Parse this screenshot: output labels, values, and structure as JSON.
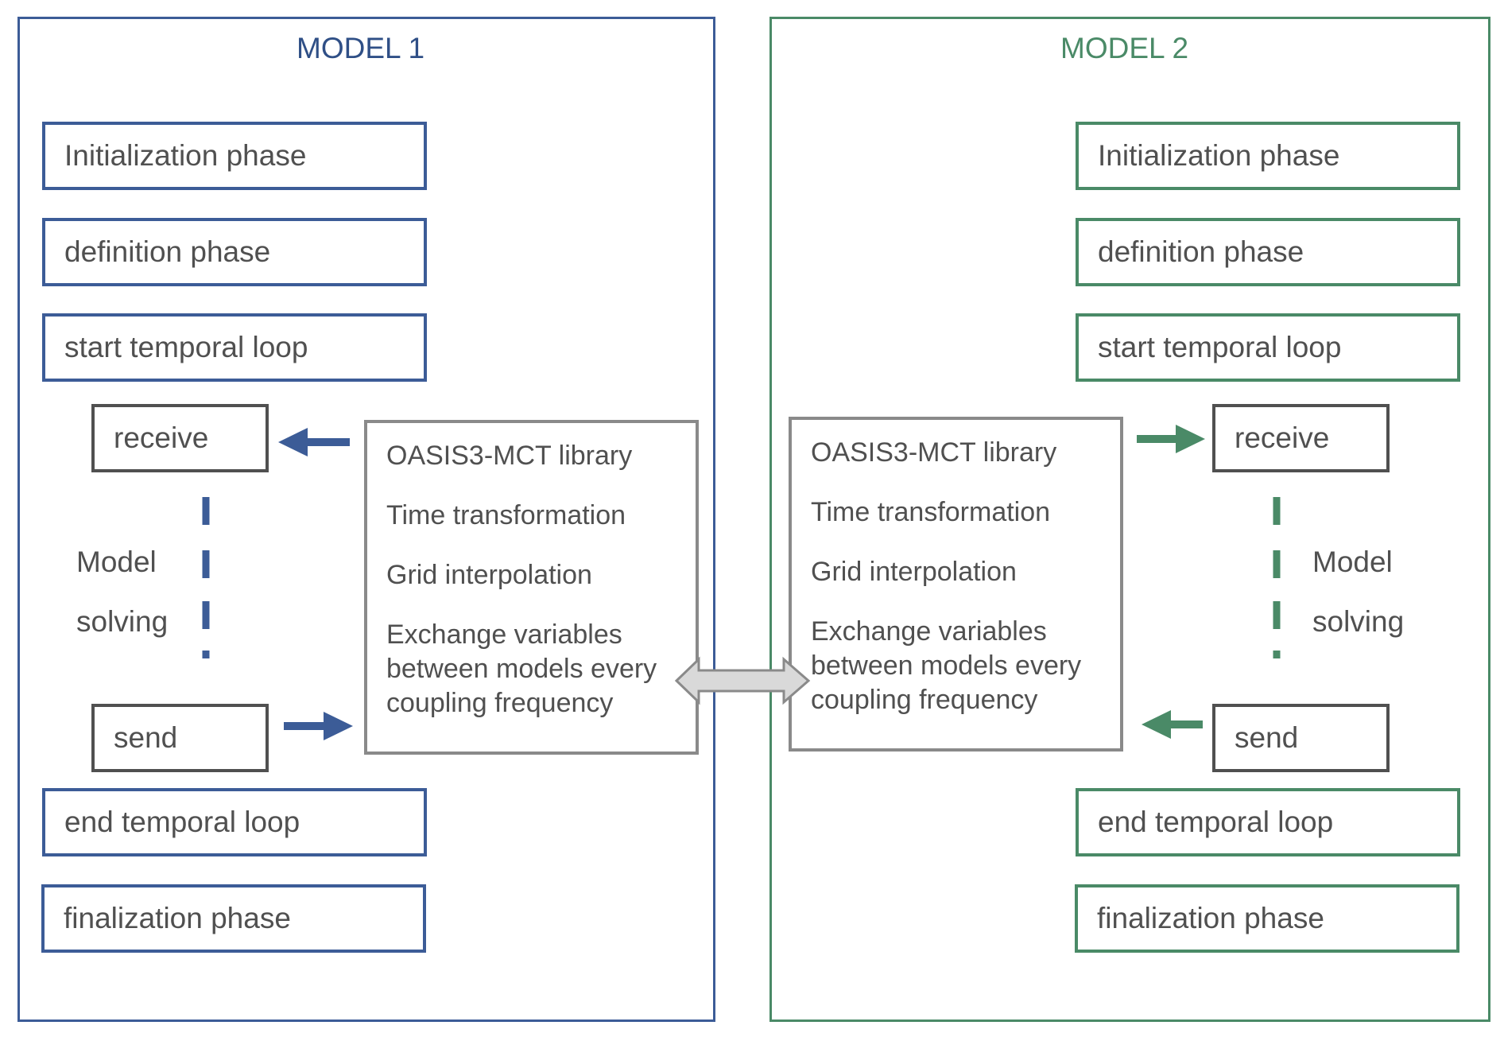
{
  "model1": {
    "title": "MODEL 1",
    "color": "#3c5c97",
    "phases": {
      "init": "Initialization phase",
      "definition": "definition phase",
      "start_loop": "start temporal loop",
      "receive": "receive",
      "send": "send",
      "end_loop": "end temporal loop",
      "finalization": "finalization phase"
    },
    "solving_label": [
      "Model",
      "solving"
    ]
  },
  "model2": {
    "title": "MODEL 2",
    "color": "#4a8a67",
    "phases": {
      "init": "Initialization phase",
      "definition": "definition phase",
      "start_loop": "start temporal loop",
      "receive": "receive",
      "send": "send",
      "end_loop": "end temporal loop",
      "finalization": "finalization phase"
    },
    "solving_label": [
      "Model",
      "solving"
    ]
  },
  "library": {
    "title": "OASIS3-MCT library",
    "items": [
      "Time transformation",
      "Grid interpolation"
    ],
    "exchange": [
      "Exchange variables",
      "between models every",
      "coupling frequency"
    ]
  }
}
